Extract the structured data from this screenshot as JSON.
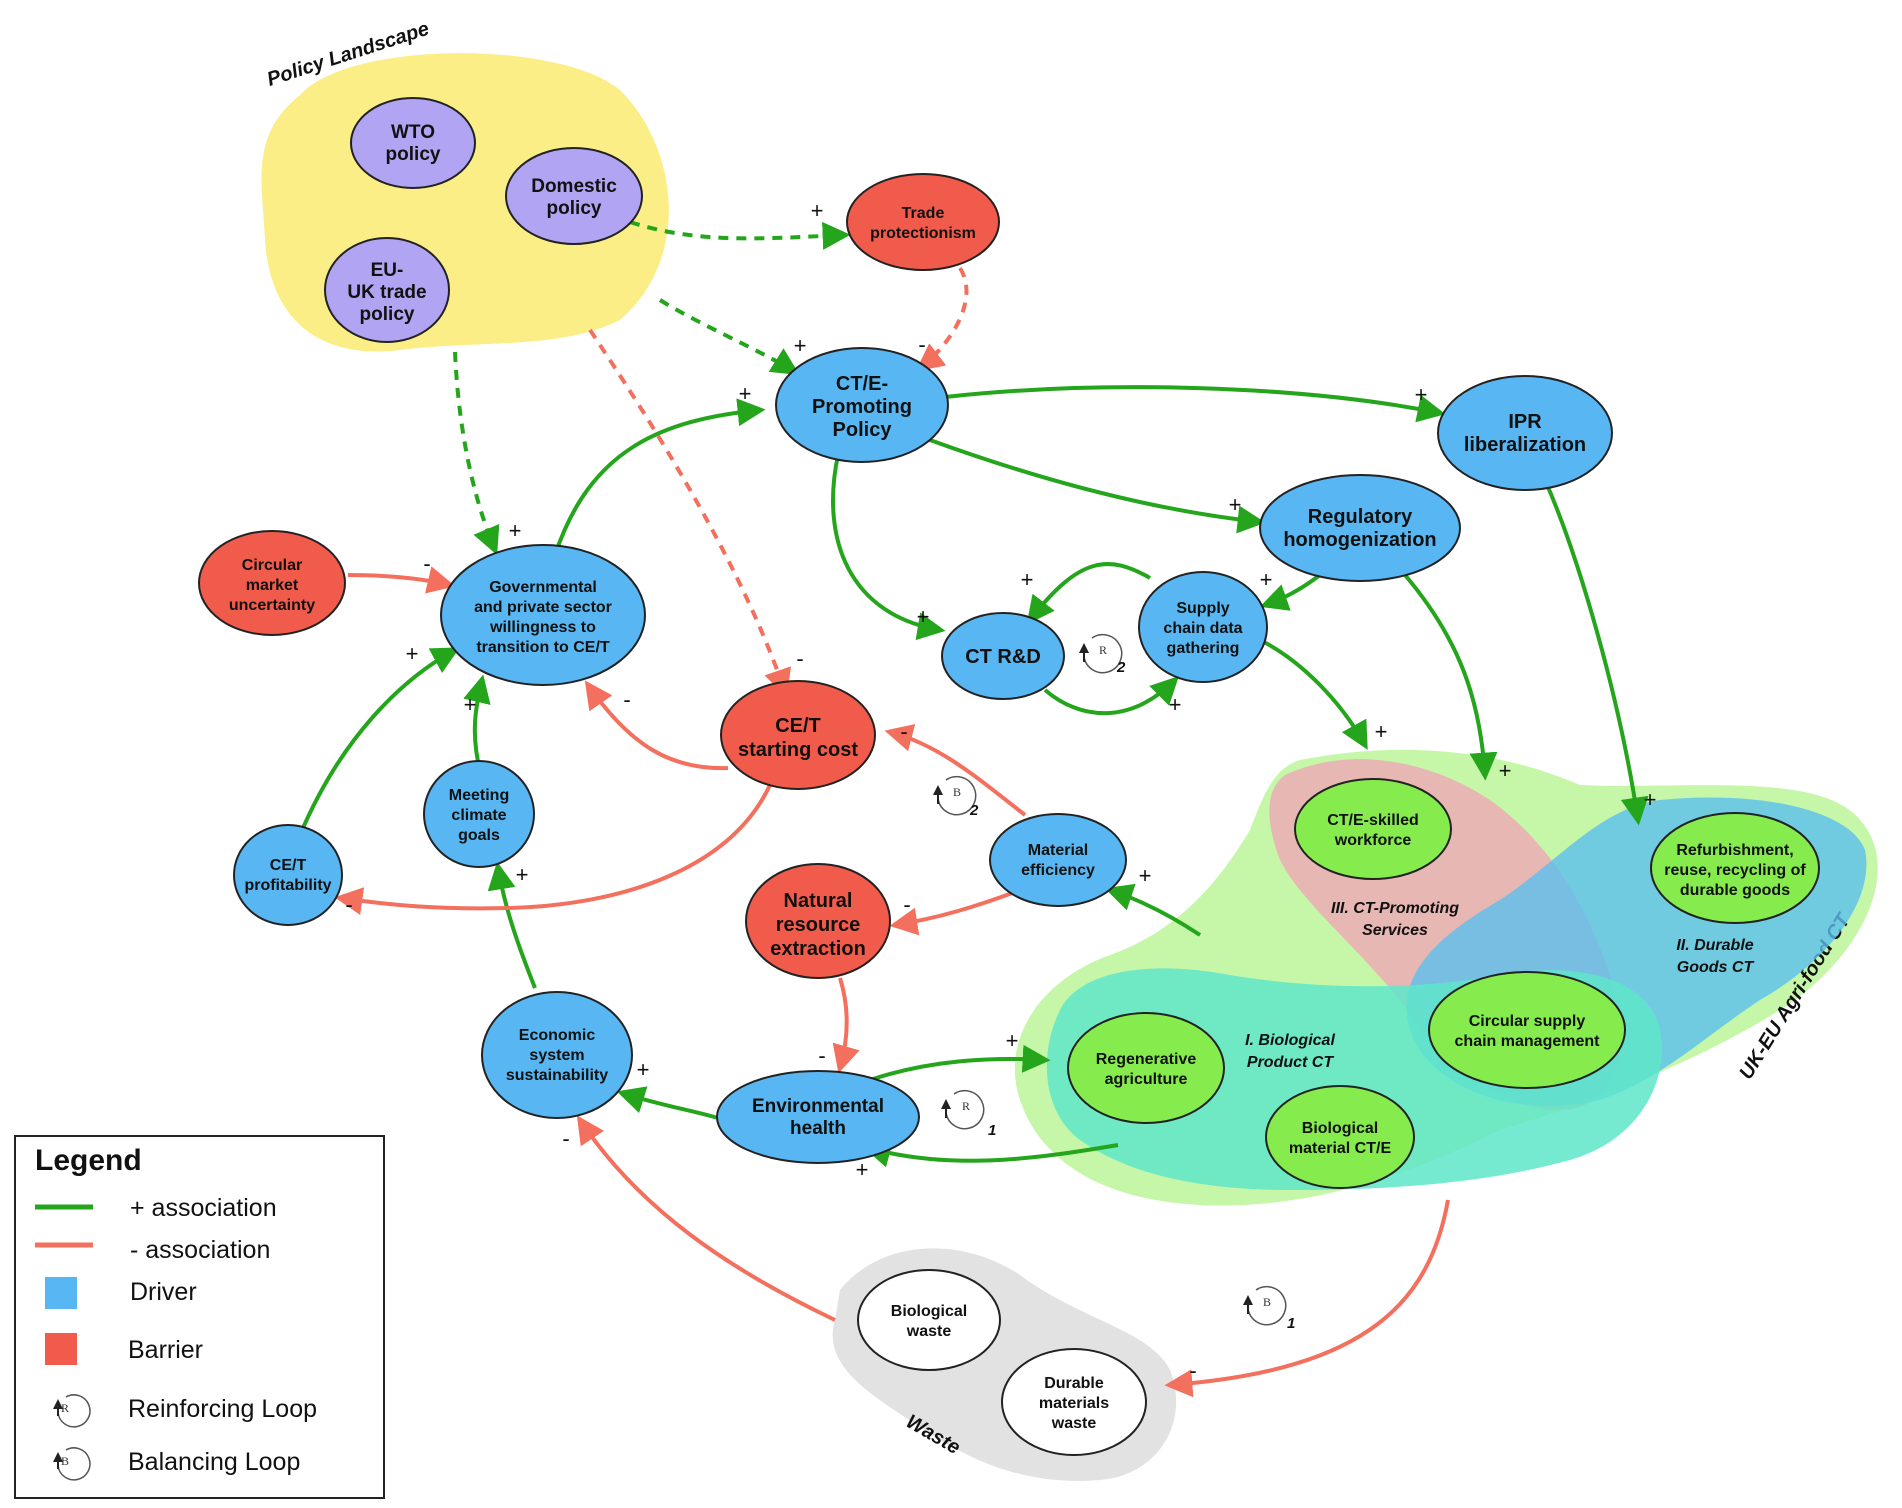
{
  "colors": {
    "driver": "#58b7f2",
    "barrier": "#f15b4c",
    "policy_node": "#b1a4f3",
    "ct_node": "#86ec4e",
    "waste_node": "#ffffff",
    "positive_link": "#24a51c",
    "negative_link": "#f2705d",
    "policy_region": "#fbee86",
    "ct_region": "#c6f7a8",
    "waste_region": "#e2e2e2",
    "bio_region": "#5ee6c9",
    "durable_region": "#5bbfee",
    "services_region": "#e7b7b3"
  },
  "regions": {
    "policy": "Policy Landscape",
    "ct": "UK-EU Agri-food CT",
    "waste": "Waste",
    "services": [
      "III. CT-Promoting",
      "Services"
    ],
    "durable": [
      "II. Durable",
      "Goods CT"
    ],
    "bio": [
      "I. Biological",
      "Product CT"
    ]
  },
  "nodes": {
    "wto": [
      "WTO",
      "policy"
    ],
    "domestic": [
      "Domestic",
      "policy"
    ],
    "euuk": [
      "EU-",
      "UK trade",
      "policy"
    ],
    "trade_prot": [
      "Trade",
      "protectionism"
    ],
    "ctpolicy": [
      "CT/E-",
      "Promoting",
      "Policy"
    ],
    "ipr": [
      "IPR",
      "liberalization"
    ],
    "reg_homo": [
      "Regulatory",
      "homogenization"
    ],
    "circ_unc": [
      "Circular",
      "market",
      "uncertainty"
    ],
    "willingness": [
      "Governmental",
      "and private sector",
      "willingness to",
      "transition to CE/T"
    ],
    "ctrd": [
      "CT R&D"
    ],
    "supply_data": [
      "Supply",
      "chain data",
      "gathering"
    ],
    "startcost": [
      "CE/T",
      "starting cost"
    ],
    "meeting": [
      "Meeting",
      "climate",
      "goals"
    ],
    "profit": [
      "CE/T",
      "profitability"
    ],
    "mat_eff": [
      "Material",
      "efficiency"
    ],
    "nat_res": [
      "Natural",
      "resource",
      "extraction"
    ],
    "econ": [
      "Economic",
      "system",
      "sustainability"
    ],
    "env": [
      "Environmental",
      "health"
    ],
    "skilled": [
      "CT/E-skilled",
      "workforce"
    ],
    "refurb": [
      "Refurbishment,",
      "reuse, recycling of",
      "durable goods"
    ],
    "circ_scm": [
      "Circular supply",
      "chain management"
    ],
    "regen": [
      "Regenerative",
      "agriculture"
    ],
    "bio_mat": [
      "Biological",
      "material CT/E"
    ],
    "bio_waste": [
      "Biological",
      "waste"
    ],
    "dur_waste": [
      "Durable",
      "materials",
      "waste"
    ]
  },
  "links": [
    {
      "from": "Domestic policy",
      "to": "Trade protectionism",
      "sign": "+",
      "style": "dashed"
    },
    {
      "from": "Policy Landscape",
      "to": "CT/E-Promoting Policy",
      "sign": "+",
      "style": "dashed"
    },
    {
      "from": "Trade protectionism",
      "to": "CT/E-Promoting Policy",
      "sign": "-",
      "style": "dashed"
    },
    {
      "from": "Policy Landscape",
      "to": "Governmental and private sector willingness to transition to CE/T",
      "sign": "+",
      "style": "dashed"
    },
    {
      "from": "Policy Landscape",
      "to": "CE/T starting cost",
      "sign": "-",
      "style": "dashed"
    },
    {
      "from": "Governmental and private sector willingness to transition to CE/T",
      "to": "CT/E-Promoting Policy",
      "sign": "+",
      "style": "solid"
    },
    {
      "from": "CT/E-Promoting Policy",
      "to": "IPR liberalization",
      "sign": "+",
      "style": "solid"
    },
    {
      "from": "CT/E-Promoting Policy",
      "to": "Regulatory homogenization",
      "sign": "+",
      "style": "solid"
    },
    {
      "from": "CT/E-Promoting Policy",
      "to": "CT R&D",
      "sign": "+",
      "style": "solid"
    },
    {
      "from": "Supply chain data gathering",
      "to": "CT R&D",
      "sign": "+",
      "style": "solid"
    },
    {
      "from": "CT R&D",
      "to": "Supply chain data gathering",
      "sign": "+",
      "style": "solid"
    },
    {
      "from": "Regulatory homogenization",
      "to": "Supply chain data gathering",
      "sign": "+",
      "style": "solid"
    },
    {
      "from": "Supply chain data gathering",
      "to": "UK-EU Agri-food CT",
      "sign": "+",
      "style": "solid"
    },
    {
      "from": "Regulatory homogenization",
      "to": "UK-EU Agri-food CT",
      "sign": "+",
      "style": "solid"
    },
    {
      "from": "IPR liberalization",
      "to": "UK-EU Agri-food CT",
      "sign": "+",
      "style": "solid"
    },
    {
      "from": "Circular market uncertainty",
      "to": "Governmental and private sector willingness to transition to CE/T",
      "sign": "-",
      "style": "solid"
    },
    {
      "from": "CE/T starting cost",
      "to": "Governmental and private sector willingness to transition to CE/T",
      "sign": "-",
      "style": "solid"
    },
    {
      "from": "CE/T profitability",
      "to": "Governmental and private sector willingness to transition to CE/T",
      "sign": "+",
      "style": "solid"
    },
    {
      "from": "Meeting climate goals",
      "to": "Governmental and private sector willingness to transition to CE/T",
      "sign": "+",
      "style": "solid"
    },
    {
      "from": "CE/T starting cost",
      "to": "CE/T profitability",
      "sign": "-",
      "style": "solid"
    },
    {
      "from": "Material efficiency",
      "to": "CE/T starting cost",
      "sign": "-",
      "style": "solid"
    },
    {
      "from": "Material efficiency",
      "to": "Natural resource extraction",
      "sign": "-",
      "style": "solid"
    },
    {
      "from": "UK-EU Agri-food CT",
      "to": "Material efficiency",
      "sign": "+",
      "style": "solid"
    },
    {
      "from": "Natural resource extraction",
      "to": "Environmental health",
      "sign": "-",
      "style": "solid"
    },
    {
      "from": "Environmental health",
      "to": "Economic system sustainability",
      "sign": "+",
      "style": "solid"
    },
    {
      "from": "Economic system sustainability",
      "to": "Meeting climate goals",
      "sign": "+",
      "style": "solid"
    },
    {
      "from": "Environmental health",
      "to": "UK-EU Agri-food CT",
      "sign": "+",
      "style": "solid"
    },
    {
      "from": "UK-EU Agri-food CT",
      "to": "Environmental health",
      "sign": "+",
      "style": "solid"
    },
    {
      "from": "Waste",
      "to": "Economic system sustainability",
      "sign": "-",
      "style": "solid"
    },
    {
      "from": "UK-EU Agri-food CT",
      "to": "Waste",
      "sign": "-",
      "style": "solid"
    }
  ],
  "loops": [
    {
      "type": "R",
      "number": "2"
    },
    {
      "type": "B",
      "number": "2"
    },
    {
      "type": "R",
      "number": "1"
    },
    {
      "type": "B",
      "number": "1"
    }
  ],
  "legend": {
    "title": "Legend",
    "items": [
      "+ association",
      "- association",
      "Driver",
      "Barrier",
      "Reinforcing Loop",
      "Balancing Loop"
    ]
  }
}
